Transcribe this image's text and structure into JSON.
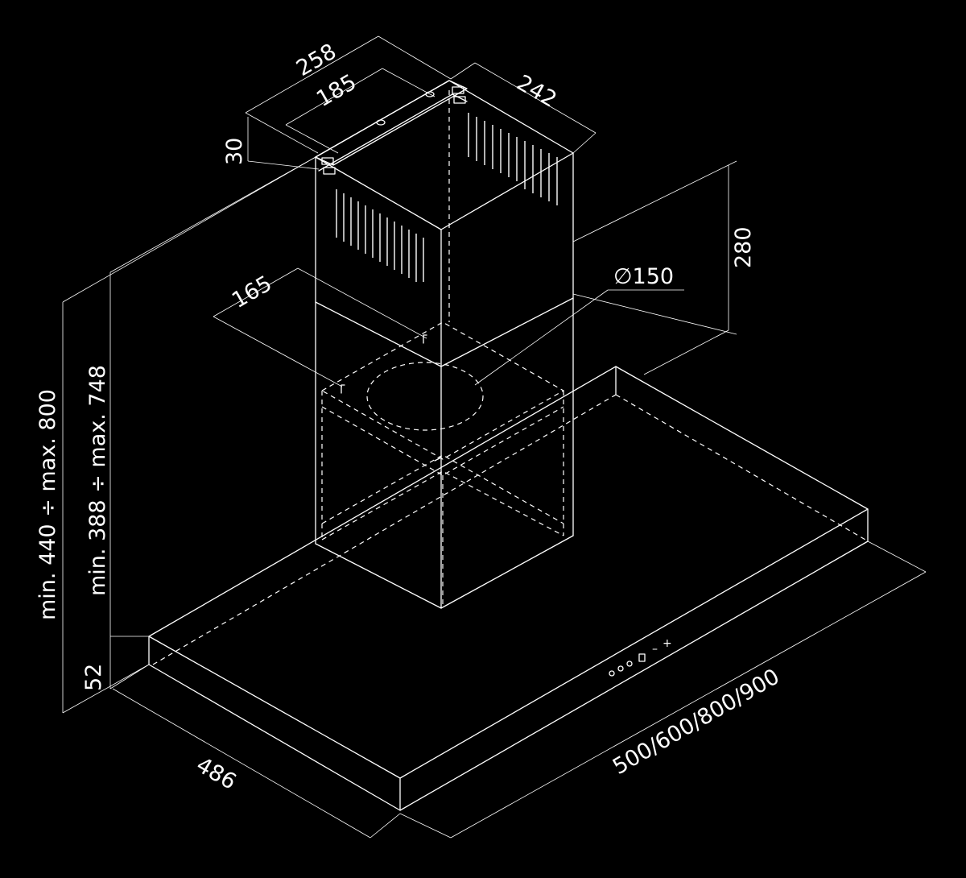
{
  "labels": {
    "chimney_width_outer": "258",
    "chimney_width_inner": "185",
    "chimney_depth": "242",
    "bracket_height": "30",
    "upper_chimney_height": "280",
    "duct_diameter": "∅150",
    "duct_offset": "165",
    "total_height": "min. 440 ÷ max. 800",
    "chimney_height_range": "min. 388 ÷ max. 748",
    "canopy_thickness": "52",
    "canopy_depth": "486",
    "canopy_width_options": "500/600/800/900"
  },
  "control_panel": {
    "minus": "–",
    "plus": "+"
  },
  "colors": {
    "background": "#000000",
    "line": "#ffffff"
  }
}
